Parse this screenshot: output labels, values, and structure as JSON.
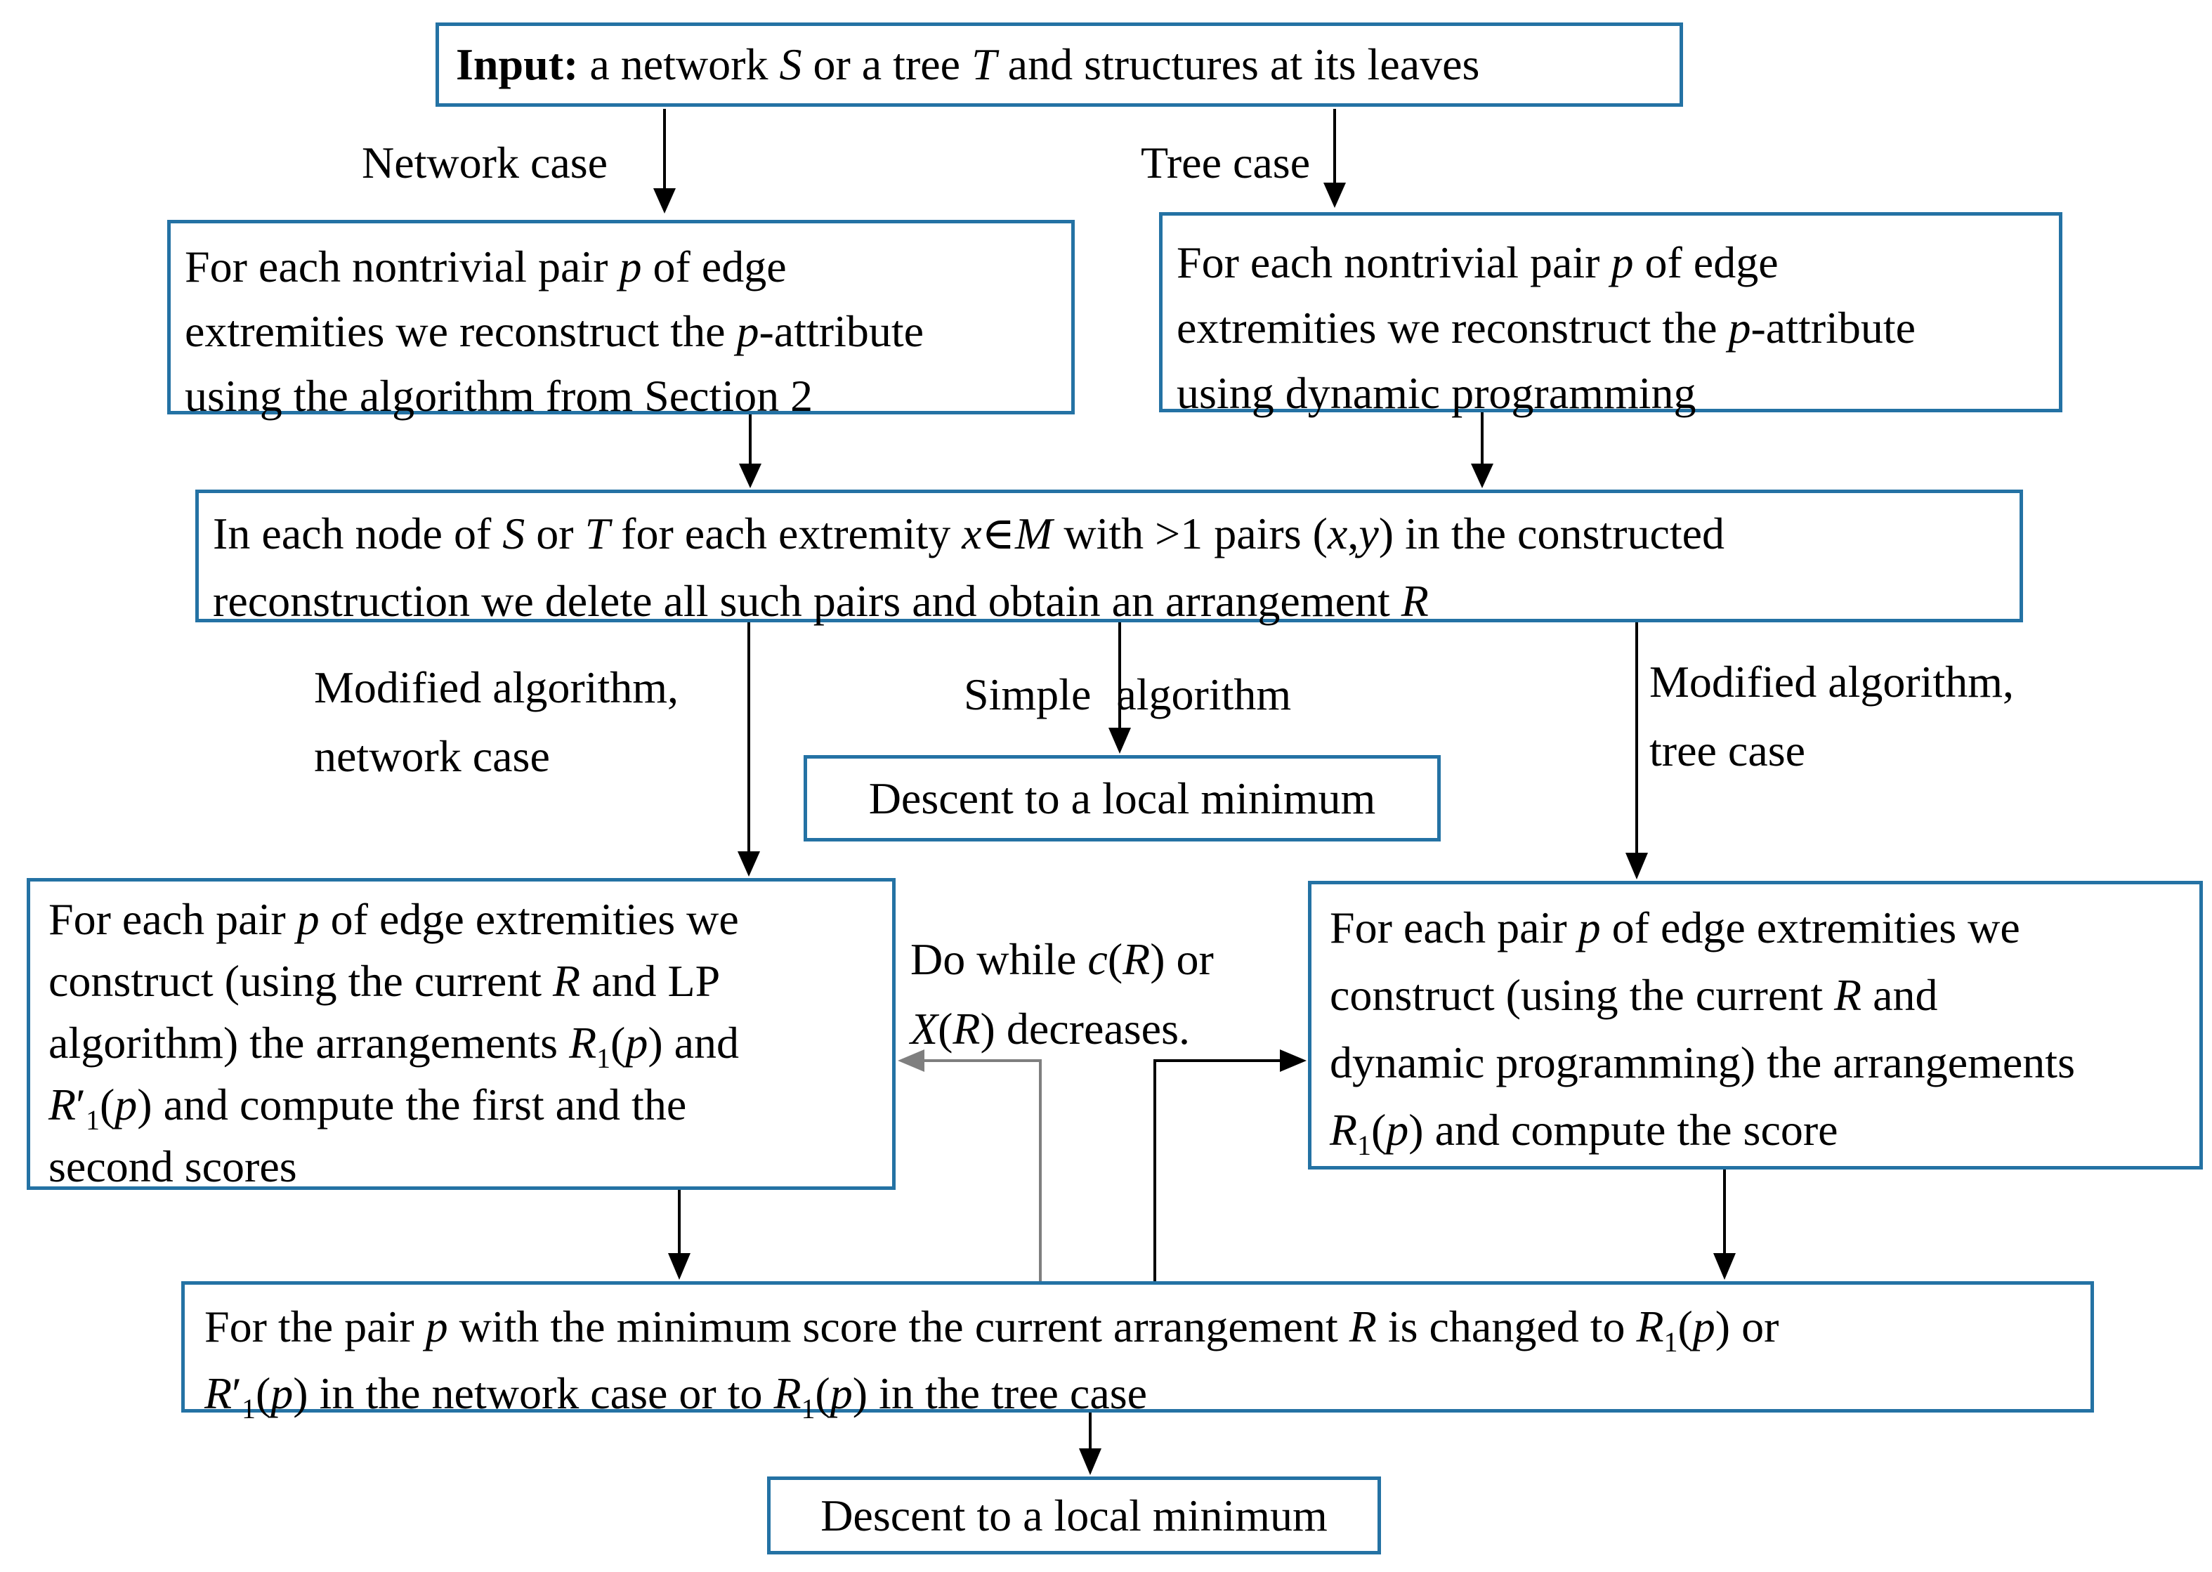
{
  "palette": {
    "box_border": "#2472a4",
    "text": "#000000",
    "arrow": "#000000",
    "loop_arrow_grey": "#7f7f7f",
    "background": "#ffffff"
  },
  "boxes": {
    "input": {
      "bold": "Input:",
      "rest": " a network *S* or a tree *T* and structures at its leaves"
    },
    "network": {
      "lines": [
        "For each nontrivial pair *p* of edge",
        "extremities we reconstruct the *p*-attribute",
        "using the algorithm from Section 2"
      ]
    },
    "tree": {
      "lines": [
        "For each nontrivial pair *p* of edge",
        "extremities we reconstruct the *p*-attribute",
        "using dynamic programming"
      ]
    },
    "merge": {
      "lines": [
        "In each node of *S* or *T* for each extremity *x*∈*M* with >1 pairs (*x*,*y*) in the constructed",
        "reconstruction we delete all such pairs and obtain an arrangement *R*"
      ]
    },
    "descent1": {
      "text": "Descent to a local minimum"
    },
    "lp": {
      "lines": [
        "For each pair *p* of edge extremities we",
        "construct (using the current *R* and LP",
        "algorithm) the arrangements *R*~1~(*p*) and",
        "*R*′~1~(*p*) and compute the first and the",
        "second scores"
      ]
    },
    "dp": {
      "lines": [
        "For each pair *p* of edge extremities we",
        "construct (using the current *R* and",
        "dynamic programming) the arrangements",
        "*R*~1~(*p*) and compute the score"
      ]
    },
    "update": {
      "lines": [
        "For the pair *p* with the minimum score the current arrangement *R* is changed to *R*~1~(*p*) or",
        "*R*′~1~(*p*) in the network case or to *R*~1~(*p*) in the tree case"
      ]
    },
    "descent2": {
      "text": "Descent to a local minimum"
    }
  },
  "labels": {
    "network_case": "Network case",
    "tree_case": "Tree case",
    "modified_network": {
      "lines": [
        "Modified algorithm,",
        "network case"
      ]
    },
    "simple": "Simple algorithm",
    "modified_tree": {
      "lines": [
        "Modified algorithm,",
        "tree case"
      ]
    },
    "do_while": {
      "lines": [
        "Do while *c*(*R*) or",
        "*X*(*R*) decreases."
      ]
    }
  }
}
